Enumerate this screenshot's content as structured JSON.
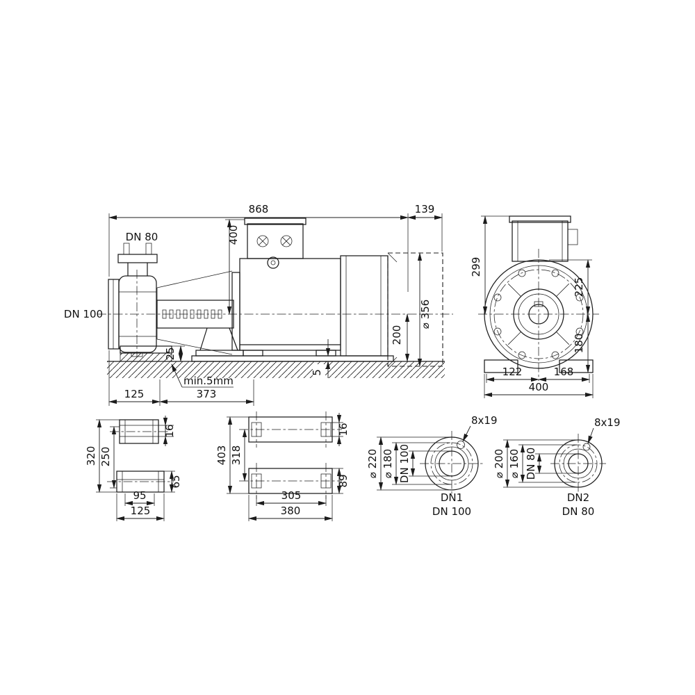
{
  "colors": {
    "background": "#ffffff",
    "line": "#1c1c1c"
  },
  "views": {
    "side": {
      "labels": {
        "discharge": "DN 80",
        "suction": "DN 100"
      },
      "dims": {
        "total_length": "868",
        "overhang": "139",
        "height_top": "400",
        "motor_dia": "⌀ 356",
        "center_height": "200",
        "foot_height": "25",
        "grout": "min.5mm",
        "foot_offset": "125",
        "foot_span": "373",
        "shim": "5"
      }
    },
    "end": {
      "dims": {
        "box_height": "299",
        "upper": "225",
        "lower": "180",
        "left_foot": "122",
        "right_foot": "168",
        "base_width": "400"
      }
    },
    "pump_foot": {
      "dims": {
        "overall": "320",
        "centers": "250",
        "plate": "16",
        "base": "65",
        "holes": "95",
        "width": "125"
      }
    },
    "motor_foot": {
      "dims": {
        "overall": "403",
        "centers": "318",
        "slot": "16",
        "base": "89",
        "holes": "305",
        "width": "380"
      }
    },
    "flange1": {
      "dims": {
        "bolts": "8x19",
        "outer": "⌀ 220",
        "circle": "⌀ 180",
        "bore": "DN 100"
      },
      "caption1": "DN1",
      "caption2": "DN 100"
    },
    "flange2": {
      "dims": {
        "bolts": "8x19",
        "outer": "⌀ 200",
        "circle": "⌀ 160",
        "bore": "DN 80"
      },
      "caption1": "DN2",
      "caption2": "DN 80"
    }
  }
}
